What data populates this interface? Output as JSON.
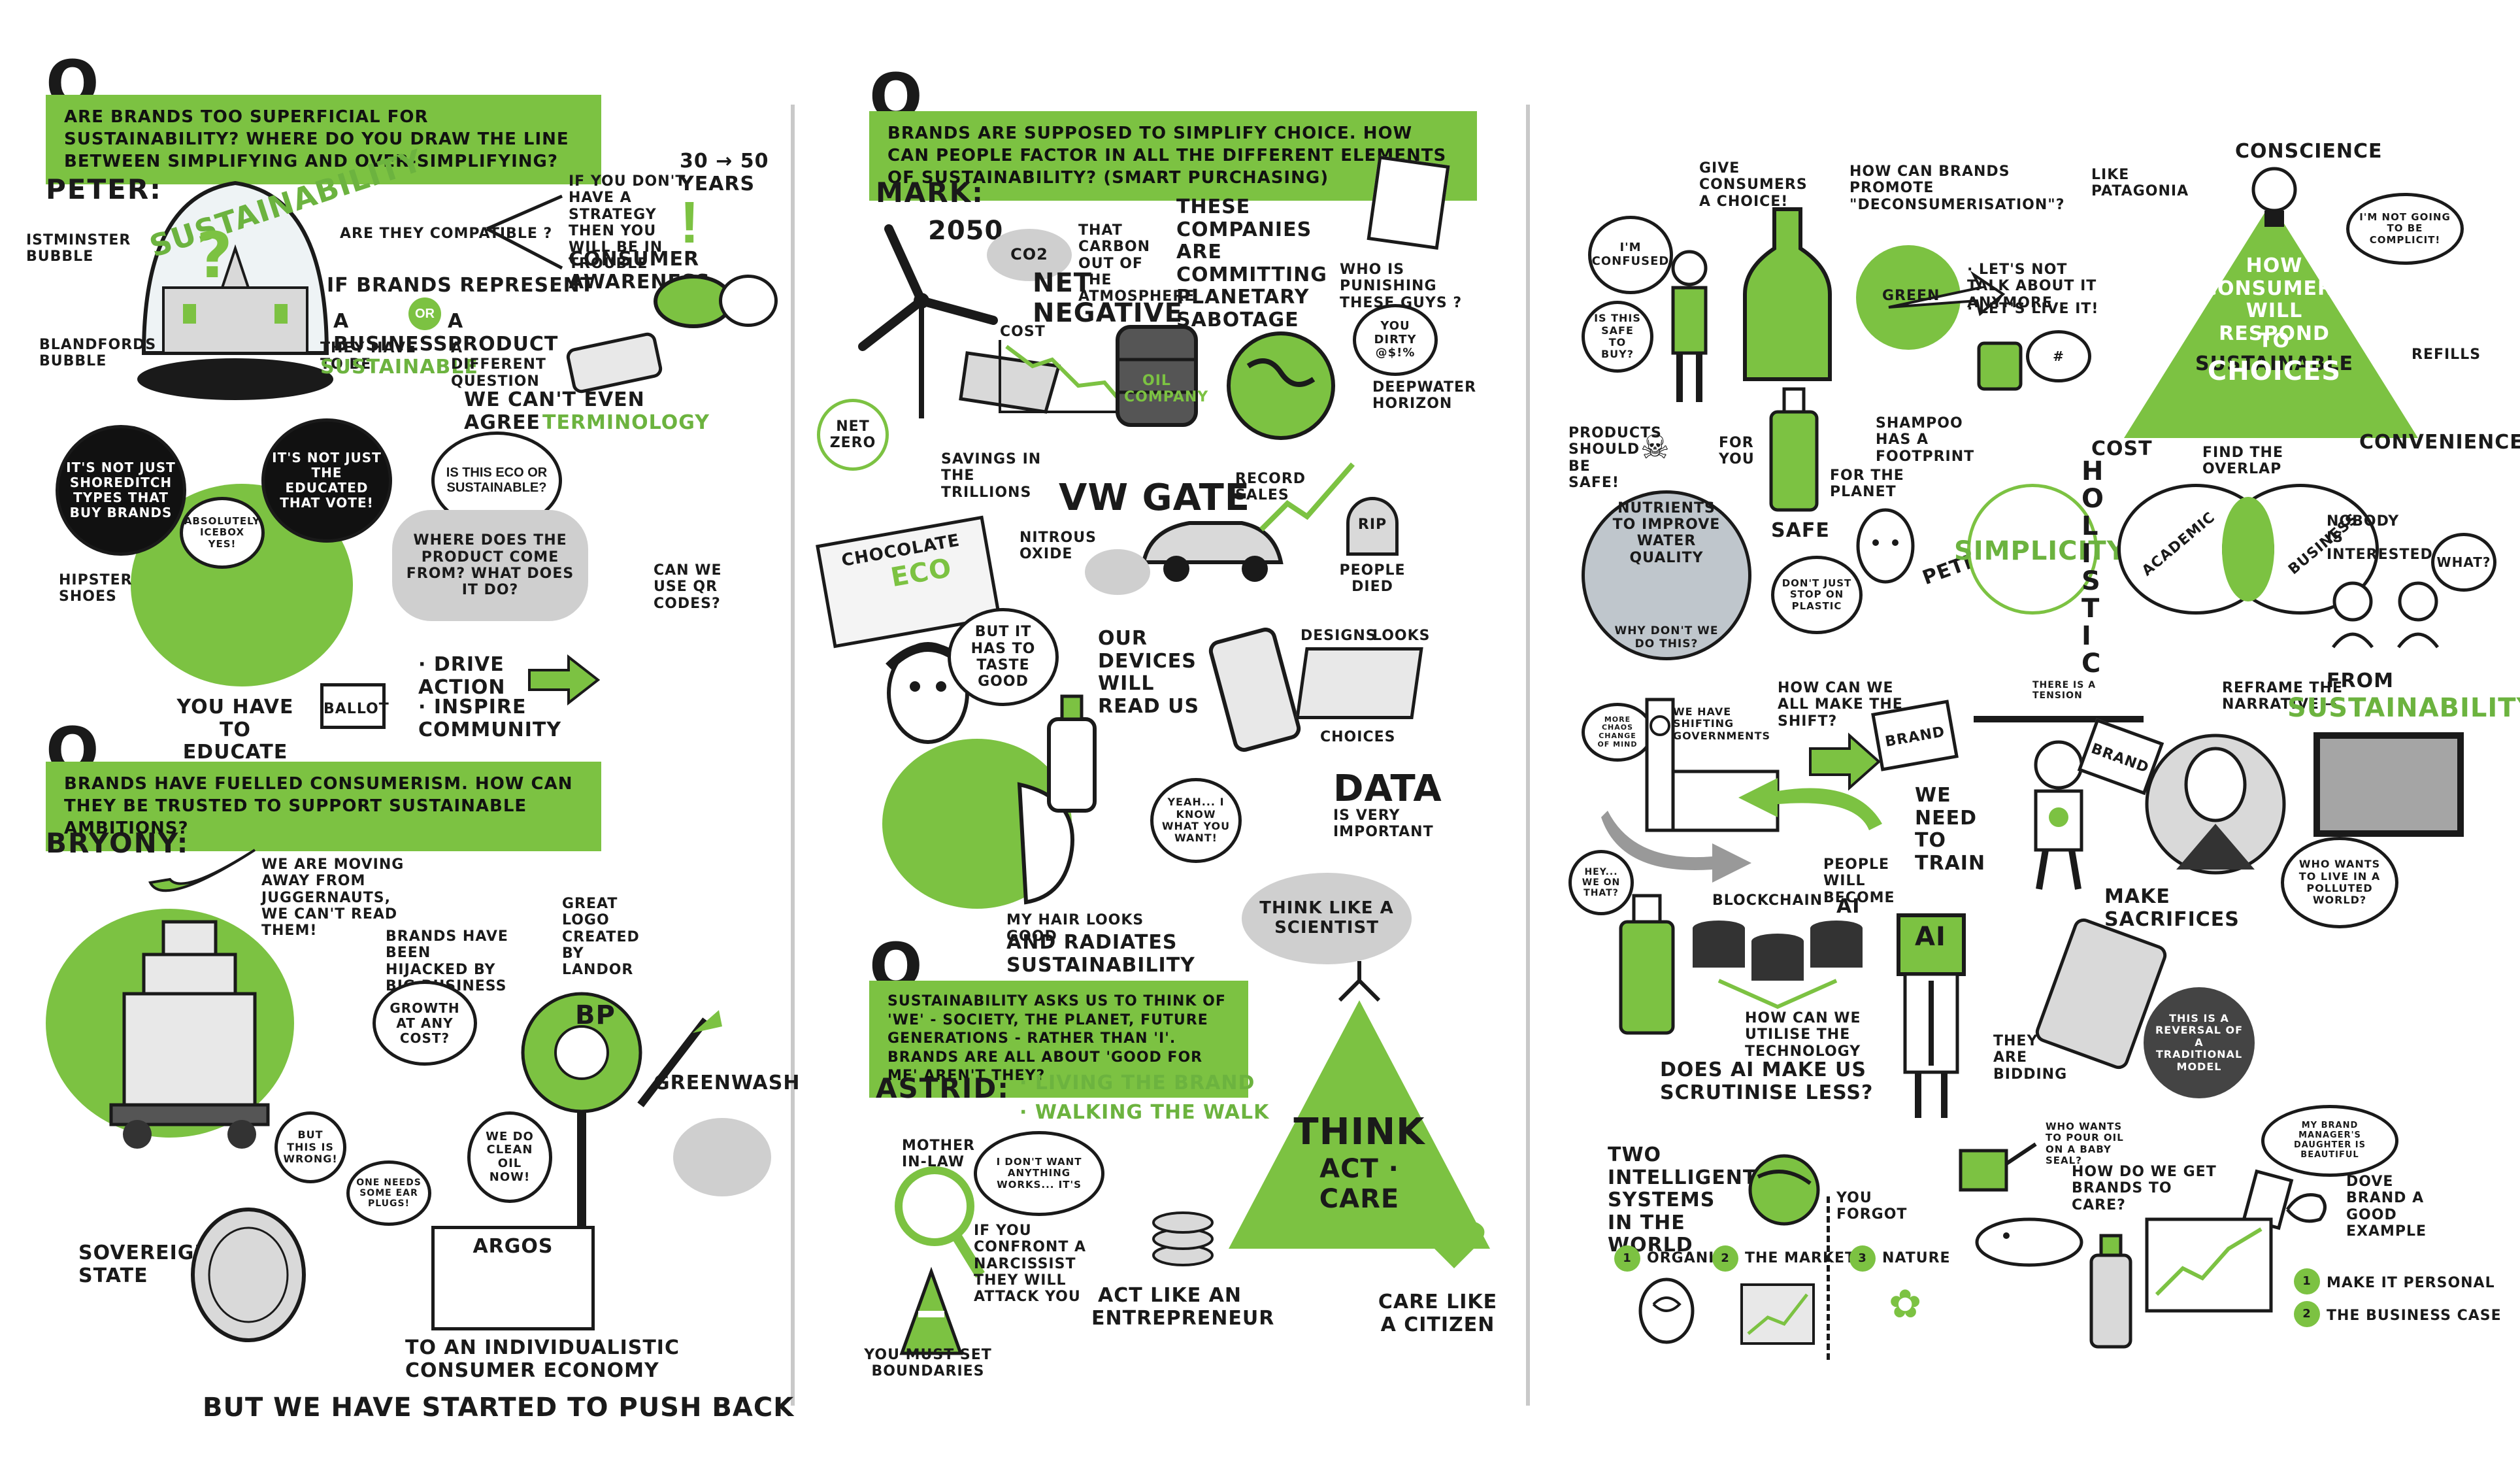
{
  "col1": {
    "q1_mark": "Q",
    "q1_text": "Are brands too superficial for sustainability? Where do you draw the line between simplifying and over-simplifying?",
    "peter": "PETER:",
    "sustainability_arc": "SUSTAINABILITY",
    "question_mark": "?",
    "istminster_bubble": "ISTMINSTER BUBBLE",
    "blandfords_bubble": "BLANDFORDS BUBBLE",
    "are_they_compatible": "ARE THEY COMPATIBLE ?",
    "no_strategy": "IF YOU DON'T HAVE A STRATEGY THEN YOU WILL BE IN TROUBLE",
    "years": "30 → 50 YEARS",
    "exclaim": "!",
    "consumer_awareness": "CONSUMER AWARENESS",
    "brands_represent": "IF BRANDS REPRESENT",
    "a_business": "A BUSINESS",
    "business_note": "THEY HAVE TO BE",
    "sustainable": "SUSTAINABLE",
    "or": "OR",
    "a_product": "A PRODUCT",
    "product_note": "A DIFFERENT QUESTION",
    "can_not_even": "WE CAN'T EVEN AGREE",
    "terminology": "TERMINOLOGY",
    "eco_or_sustainable": "IS THIS ECO OR SUSTAINABLE?",
    "where_product": "WHERE DOES THE PRODUCT COME FROM? WHAT DOES IT DO?",
    "can_we_use_codes": "CAN WE USE QR CODES?",
    "not_just_shoreditch": "IT'S NOT JUST SHOREDITCH TYPES THAT BUY BRANDS",
    "not_just_educated": "IT'S NOT JUST THE EDUCATED THAT VOTE!",
    "absolutely": "ABSOLUTELY ICEBOX YES!",
    "hipster_shoes": "HIPSTER SHOES",
    "you_have_to_educate": "YOU HAVE TO EDUCATE THEM",
    "ballot": "BALLOT",
    "drive_action": "· DRIVE ACTION",
    "inspire_community": "· INSPIRE COMMUNITY",
    "q2_mark": "Q",
    "q2_text": "Brands have fuelled consumerism. How can they be trusted to support sustainable ambitions?",
    "bryony": "BRYONY:",
    "moving_away": "WE ARE MOVING AWAY FROM JUGGERNAUTS, WE CAN'T READ THEM!",
    "hijacked": "BRANDS HAVE BEEN HIJACKED BY BIG BUSINESS",
    "growth": "GROWTH AT ANY COST?",
    "great_logo": "GREAT LOGO CREATED BY LANDOR",
    "greenwash": "GREENWASH",
    "but_wrong": "BUT THIS IS WRONG!",
    "one_needs": "ONE NEEDS SOME EAR PLUGS!",
    "we_do_clean": "WE DO CLEAN OIL NOW!",
    "sovereign_state": "SOVEREIGN STATE",
    "argos": "ARGOS",
    "individualistic": "TO AN INDIVIDUALISTIC CONSUMER ECONOMY",
    "push_back": "BUT WE HAVE STARTED TO PUSH BACK"
  },
  "col2": {
    "q1_mark": "Q",
    "q1_text": "Brands are supposed to simplify choice. How can people factor in all the different elements of sustainability? (Smart purchasing)",
    "mark": "MARK:",
    "year_2050": "2050",
    "co2": "CO2",
    "co2_note": "THAT CARBON OUT OF THE ATMOSPHERE",
    "net_negative": "NET NEGATIVE",
    "cost": "COST",
    "net_zero": "NET ZERO",
    "savings": "SAVINGS IN THE TRILLIONS",
    "sabotage": "THESE COMPANIES ARE COMMITTING PLANETARY SABOTAGE",
    "oil_company": "OIL COMPANY",
    "who_punishing": "WHO IS PUNISHING THESE GUYS ?",
    "you_dirty": "YOU DIRTY @$!%",
    "deepwater": "DEEPWATER HORIZON",
    "vw_gate": "VW GATE",
    "nitrous_oxide": "NITROUS OXIDE",
    "record_sales": "RECORD SALES",
    "rip": "RIP",
    "people_died": "PEOPLE DIED",
    "chocolate": "CHOCOLATE",
    "eco": "ECO",
    "taste_good": "BUT IT HAS TO TASTE GOOD",
    "devices": "OUR DEVICES WILL READ US",
    "designs": "DESIGNS",
    "looks": "LOOKS",
    "choices": "CHOICES",
    "yeah_knew": "YEAH... I KNOW WHAT YOU WANT!",
    "data": "DATA",
    "very_important": "IS VERY IMPORTANT",
    "hair_good": "MY HAIR LOOKS GOOD",
    "radiates": "AND RADIATES SUSTAINABILITY",
    "think_scientist": "THINK LIKE A SCIENTIST",
    "q2_mark": "Q",
    "q2_text": "Sustainability asks us to think of 'we' - society, the planet, future generations - rather than 'I'. Brands are all about 'good for me' aren't they?",
    "astrid": "ASTRID:",
    "living_brand": "· LIVING THE BRAND",
    "walking_walk": "· WALKING THE WALK",
    "mother_in_law": "MOTHER IN-LAW",
    "dont_want": "I DON'T WANT ANYTHING WORKS... IT'S",
    "narcissist": "IF YOU CONFRONT A NARCISSIST THEY WILL ATTACK YOU",
    "think": "THINK",
    "act_care": "ACT · CARE",
    "set_boundaries": "YOU MUST SET BOUNDARIES",
    "act_entrepreneur": "ACT LIKE AN ENTREPRENEUR",
    "care_citizen": "CARE LIKE A CITIZEN"
  },
  "col3": {
    "give_consumers": "GIVE CONSUMERS A CHOICE!",
    "how_brands": "HOW CAN BRANDS PROMOTE \"DECONSUMERISATION\"?",
    "like_patagonia": "LIKE PATAGONIA",
    "conscience": "CONSCIENCE",
    "not_going": "I'M NOT GOING TO BE COMPLICIT!",
    "im_confused": "I'M CONFUSED",
    "is_safe": "IS THIS SAFE TO BUY?",
    "green": "GREEN",
    "lets_not_talk": "· LET'S NOT TALK ABOUT IT ANYMORE",
    "lets_live_it": "· LET'S LIVE IT!",
    "how_consumers": "HOW CONSUMERS WILL RESPOND",
    "to": "TO",
    "sustainable": "SUSTAINABLE",
    "choices": "CHOICES",
    "refills": "REFILLS",
    "cost": "COST",
    "convenience": "CONVENIENCE",
    "products_safe": "PRODUCTS SHOULD BE SAFE!",
    "for_you": "FOR YOU",
    "shampoo": "SHAMPOO HAS A FOOTPRINT",
    "for_planet": "FOR THE PLANET",
    "safe": "SAFE",
    "nutrients": "NUTRIENTS TO IMPROVE WATER QUALITY",
    "why_dont_we": "WHY DON'T WE DO THIS?",
    "dont_stop": "DON'T JUST STOP ON PLASTIC",
    "peter": "PETER",
    "simplicity": "SIMPLICITY",
    "holistic": "HOLISTIC",
    "find_overlap": "FIND THE OVERLAP",
    "academic": "ACADEMIC",
    "business": "BUSINESS",
    "nobody_interested": "NOBODY IS INTERESTED",
    "what": "WHAT?",
    "how_shift": "HOW CAN WE ALL MAKE THE SHIFT?",
    "there_is_tension": "THERE IS A TENSION",
    "reframe": "REFRAME THE NARRATIVE →",
    "from": "FROM",
    "sustainability": "SUSTAINABILITY",
    "we_have_governments": "WE HAVE SHIFTING GOVERNMENTS",
    "more_chaos": "MORE CHAOS CHANGE OF MIND",
    "we_need_train": "WE NEED TO TRAIN",
    "brand": "BRAND",
    "make_sacrifices": "MAKE SACRIFICES",
    "who_wants": "WHO WANTS TO LIVE IN A POLLUTED WORLD?",
    "hey_on_that": "HEY... WE ON THAT?",
    "blockchain": "BLOCKCHAIN",
    "people_become": "PEOPLE WILL BECOME",
    "ai": "AI",
    "ai_box": "AI",
    "how_utilise": "HOW CAN WE UTILISE THE TECHNOLOGY",
    "does_ai": "DOES AI MAKE US SCRUTINISE LESS?",
    "they_are_bidding": "THEY ARE BIDDING",
    "reversal": "THIS IS A REVERSAL OF A TRADITIONAL MODEL",
    "two_systems": "TWO INTELLIGENT SYSTEMS IN THE WORLD",
    "you_forgot": "YOU FORGOT",
    "organic": "ORGANIC",
    "the_market": "THE MARKET",
    "nature": "NATURE",
    "who_wants_oil": "WHO WANTS TO POUR OIL ON A BABY SEAL?",
    "how_brands_care": "HOW DO WE GET BRANDS TO CARE?",
    "my_friend": "MY BRAND MANAGER'S DAUGHTER IS BEAUTIFUL",
    "dove_brand": "DOVE BRAND A GOOD EXAMPLE",
    "make_personal": "MAKE IT PERSONAL",
    "business_case": "THE BUSINESS CASE",
    "num1": "1",
    "num2": "2",
    "num3": "3"
  },
  "colors": {
    "accent": "#7cc242",
    "ink": "#1a1a1a",
    "grey": "#cfcfcf"
  }
}
